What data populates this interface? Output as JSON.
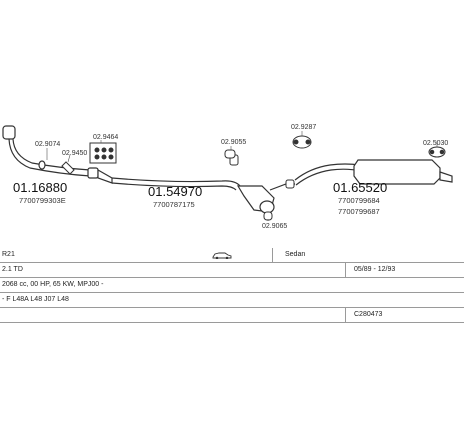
{
  "diagram": {
    "parts": [
      {
        "main": "01.16880",
        "ref": "7700799303E"
      },
      {
        "main": "01.54970",
        "ref": "7700787175"
      },
      {
        "main": "01.65520",
        "ref": "7700799684",
        "ref2": "7700799687"
      }
    ],
    "fittings": [
      "02.9074",
      "02.9450",
      "02.9464",
      "02.9055",
      "02.9065",
      "02.9287",
      "02.5030"
    ]
  },
  "info": {
    "model": "R21",
    "body": "Sedan",
    "engine": "2.1 TD",
    "date_range": "05/89 - 12/93",
    "specs": "2068 cc, 00 HP, 65 KW, MPJ00 -",
    "codes": "- F L48A L48 J07 L48",
    "catalog": "C280473"
  },
  "icons": [
    "car-icon"
  ]
}
